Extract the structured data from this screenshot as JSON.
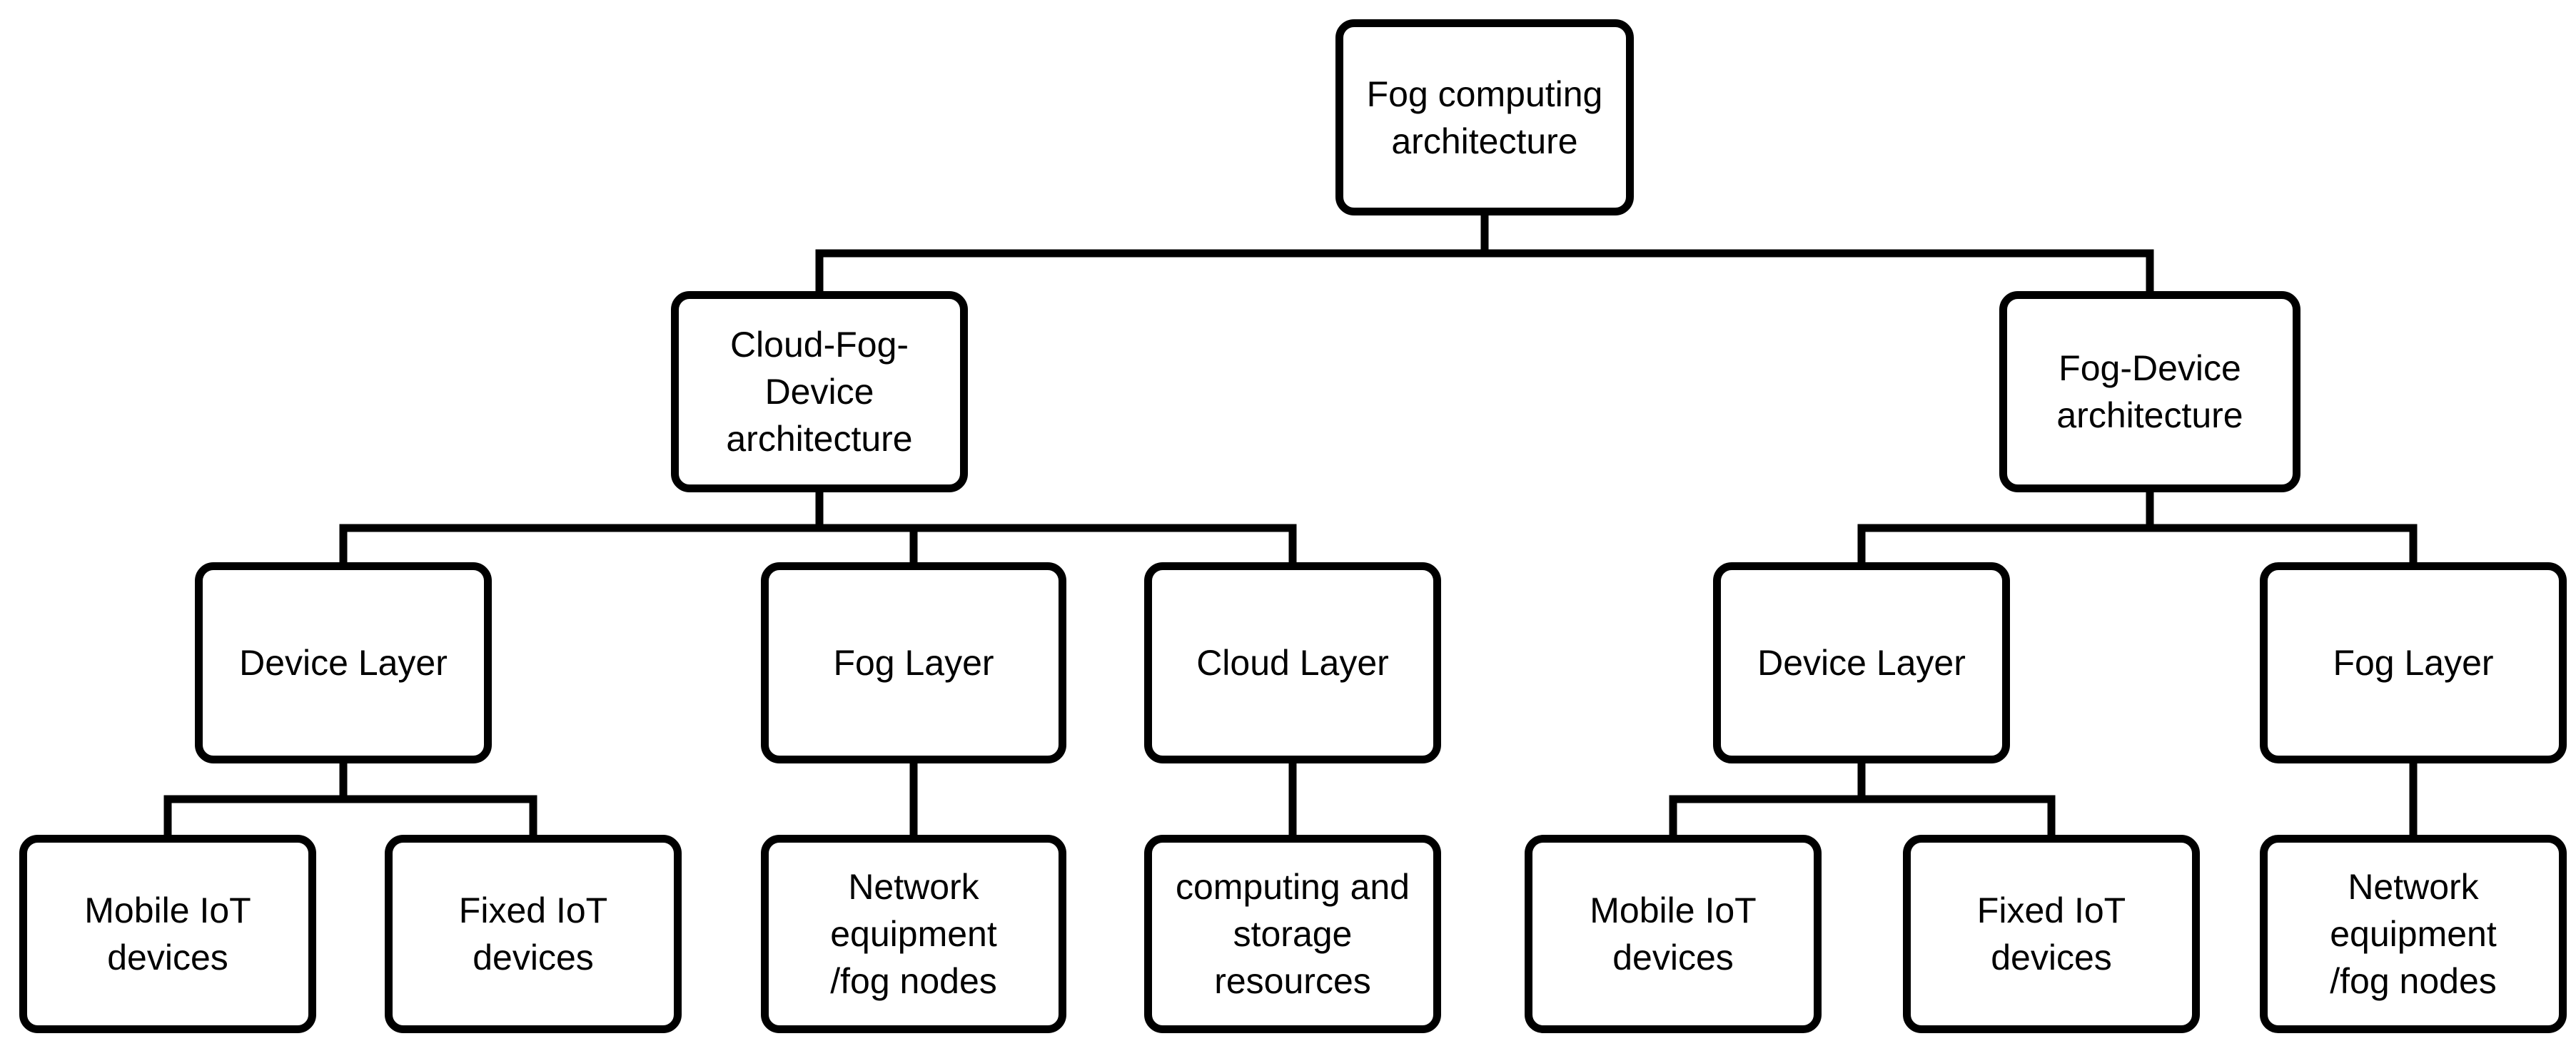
{
  "colors": {
    "stroke": "#000000",
    "fill": "#ffffff",
    "text": "#000000"
  },
  "nodes": {
    "root": "Fog computing\narchitecture",
    "cloud_fog_device": "Cloud-Fog-\nDevice\narchitecture",
    "fog_device": "Fog-Device\narchitecture",
    "cfd_device_layer": "Device Layer",
    "cfd_fog_layer": "Fog Layer",
    "cfd_cloud_layer": "Cloud Layer",
    "fd_device_layer": "Device Layer",
    "fd_fog_layer": "Fog Layer",
    "cfd_mobile_iot": "Mobile IoT\ndevices",
    "cfd_fixed_iot": "Fixed IoT\ndevices",
    "cfd_network_equipment": "Network\nequipment\n/fog nodes",
    "cfd_computing_storage": "computing and\nstorage\nresources",
    "fd_mobile_iot": "Mobile IoT\ndevices",
    "fd_fixed_iot": "Fixed IoT\ndevices",
    "fd_network_equipment": "Network\nequipment\n/fog nodes"
  }
}
